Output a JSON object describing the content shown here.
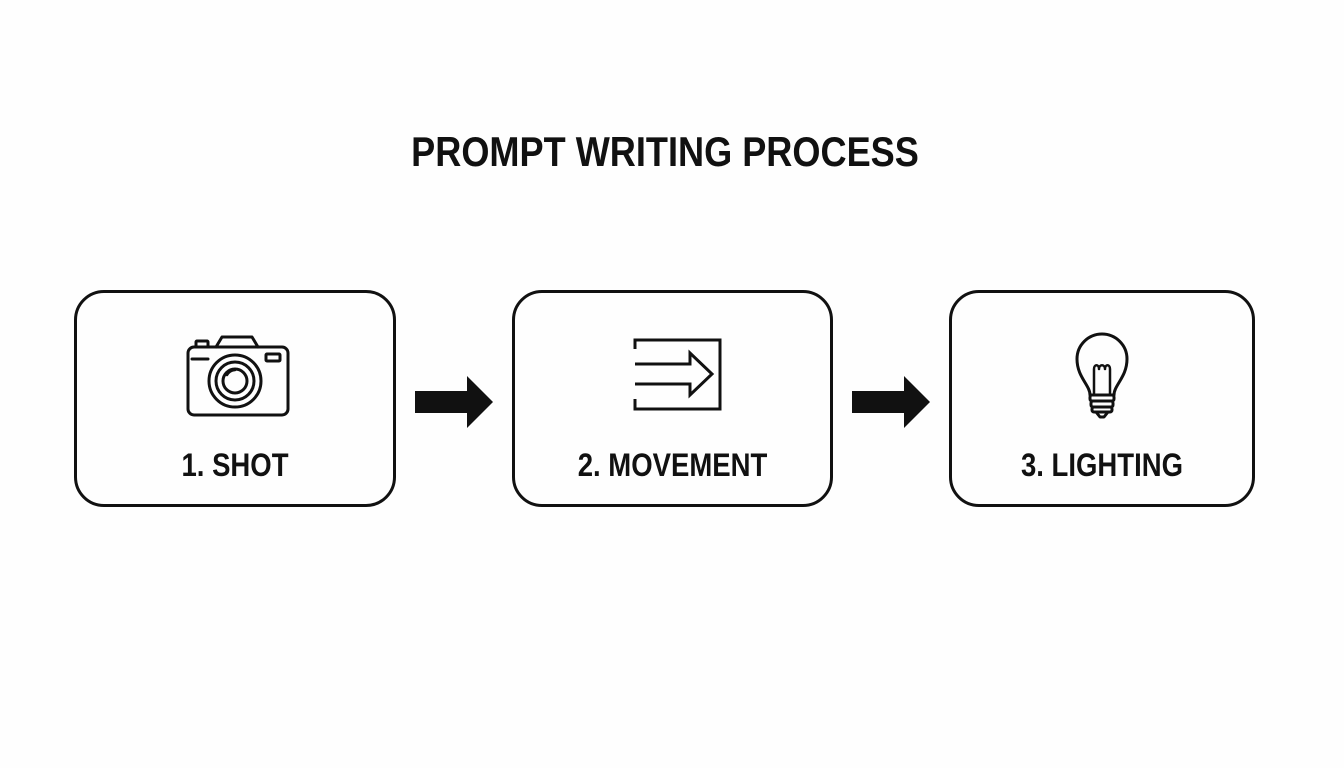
{
  "diagram": {
    "title": "PROMPT WRITING PROCESS",
    "steps": [
      {
        "label": "1. SHOT",
        "icon": "camera-icon"
      },
      {
        "label": "2. MOVEMENT",
        "icon": "arrow-into-frame-icon"
      },
      {
        "label": "3. LIGHTING",
        "icon": "lightbulb-icon"
      }
    ],
    "connector_icon": "right-arrow-icon",
    "colors": {
      "background": "#fefefe",
      "ink": "#111111"
    }
  }
}
